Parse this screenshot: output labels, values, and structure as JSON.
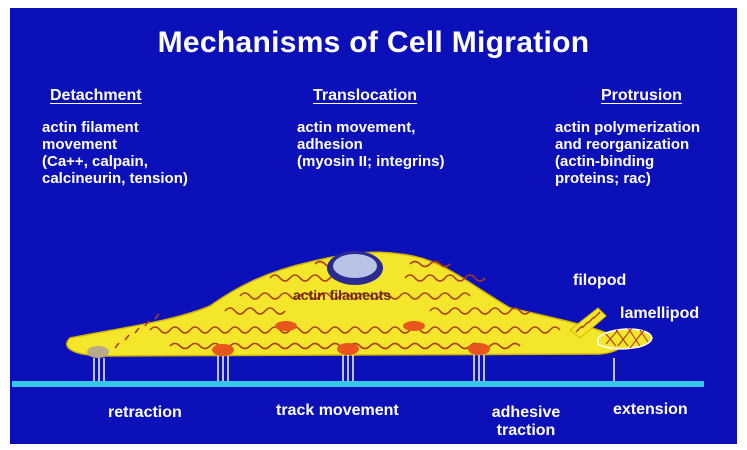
{
  "title": "Mechanisms of Cell Migration",
  "columns": [
    {
      "heading": "Detachment",
      "lines": [
        "actin filament",
        "movement",
        "(Ca++, calpain,",
        "calcineurin, tension)"
      ]
    },
    {
      "heading": "Translocation",
      "lines": [
        "actin movement,",
        "adhesion",
        "(myosin II; integrins)"
      ]
    },
    {
      "heading": "Protrusion",
      "lines": [
        "actin polymerization",
        "and reorganization",
        "(actin-binding",
        "proteins; rac)"
      ]
    }
  ],
  "diagram_labels": {
    "actin": "actin filaments",
    "filopod": "filopod",
    "lamellipod": "lamellipod"
  },
  "bottom_labels": {
    "retraction": "retraction",
    "track": "track movement",
    "adhesive_1": "adhesive",
    "adhesive_2": "traction",
    "extension": "extension"
  },
  "colors": {
    "background": "#0b10b8",
    "cell": "#f4e62a",
    "track": "#37c6e8",
    "filament": "#b03b1a",
    "adhesion": "#e8561c"
  }
}
